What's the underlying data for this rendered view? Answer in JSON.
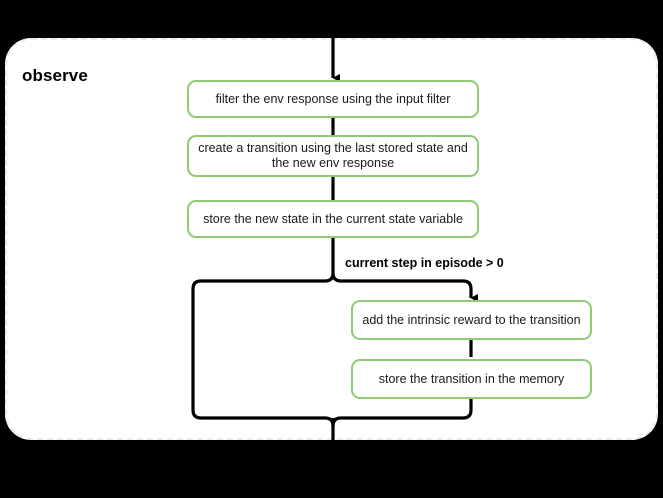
{
  "diagram": {
    "type": "flowchart",
    "scope": {
      "title": "observe",
      "border_style": "dashed",
      "border_color": "#eaeaea",
      "background": "#ffffff"
    },
    "canvas_background": "#000000",
    "node_border_color": "#8fcb72",
    "edge_color": "#000000",
    "nodes": [
      {
        "id": "filter",
        "label": "filter the env response using the input filter"
      },
      {
        "id": "transition",
        "label": "create a transition using the last stored state and the new env response"
      },
      {
        "id": "store_state",
        "label": "store the new state in the current state variable"
      },
      {
        "id": "intrinsic",
        "label": "add the intrinsic reward to the transition"
      },
      {
        "id": "memory",
        "label": "store the transition in the memory"
      }
    ],
    "edge_labels": [
      {
        "id": "condition",
        "label": "current step in episode > 0"
      }
    ]
  }
}
